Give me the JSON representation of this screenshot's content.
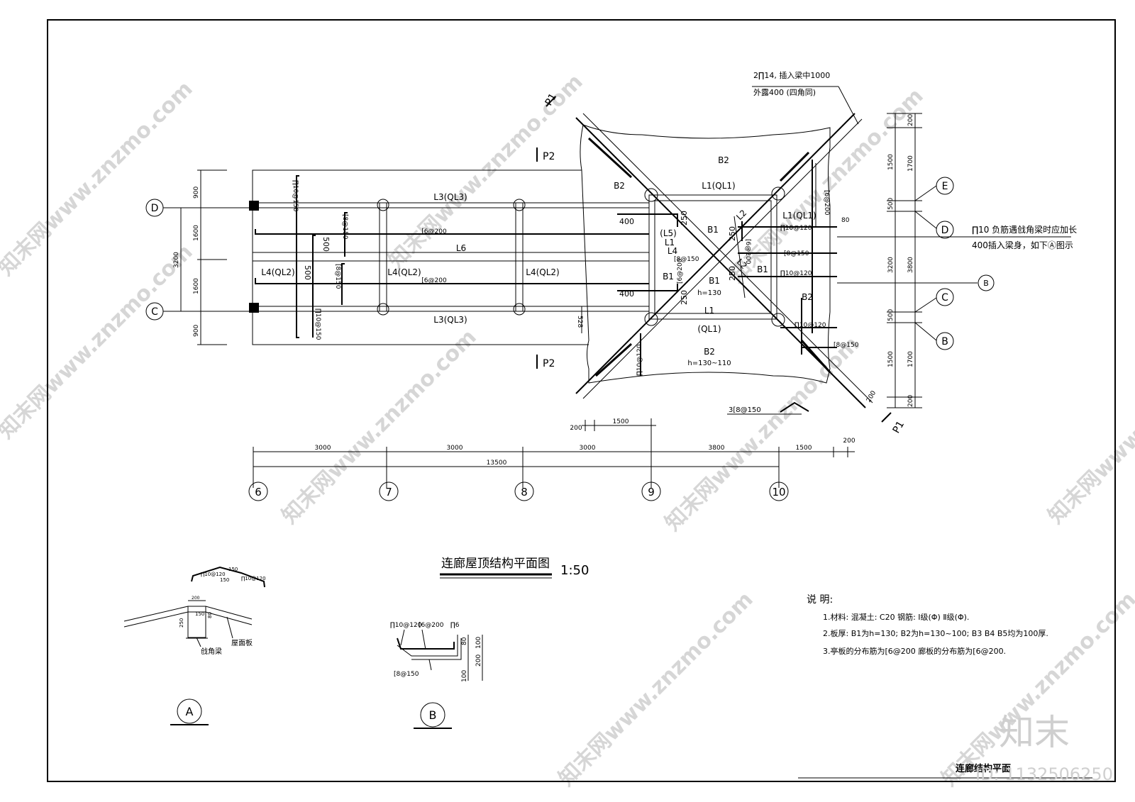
{
  "drawing": {
    "title": "连廊屋顶结构平面图",
    "scale": "1:50",
    "sheet_title": "连廊结构平面",
    "logo_text": "知末",
    "id_text": "ID: 1132506250",
    "watermark": "知末网www.znzmo.com"
  },
  "callouts": {
    "top_line1": "2∏14, 插入梁中1000",
    "top_line2": "外露400 (四角同)",
    "right_line1": "∏10 负筋遇戗角梁时应加长",
    "right_line2": "400插入梁身，如下Ⓐ图示",
    "bottom_rebar": "3[8@150"
  },
  "sections": {
    "p1": "P1",
    "p2": "P2"
  },
  "axes": {
    "rows": [
      "D",
      "C"
    ],
    "rows_right": [
      "E",
      "D",
      "B",
      "C",
      "B"
    ],
    "cols": [
      "6",
      "7",
      "8",
      "9",
      "10"
    ]
  },
  "beams": {
    "l3_top": "L3(QL3)",
    "l3_bottom": "L3(QL3)",
    "l6": "L6",
    "l4a": "L4(QL2)",
    "l4b": "L4(QL2)",
    "l4c": "L4(QL2)",
    "l1_top": "L1(QL1)",
    "l1_right": "L1(QL1)",
    "l1_bottom": "L1",
    "ql1_bottom": "(QL1)",
    "l5": "(L5)",
    "l1_left": "L1",
    "l4_left": "L4",
    "l2_a": "L2",
    "l2_b": "L2"
  },
  "slabs": {
    "b2_top": "B2",
    "b2_left": "B2",
    "b2_right": "B2",
    "b2_bottom": "B2",
    "b2_bottom_h": "h=130~110",
    "b1_a": "B1",
    "b1_b": "B1",
    "b1_c": "B1",
    "b1_d": "B1",
    "b1_h": "h=130"
  },
  "rebars": {
    "r_j10_150_a": "∏10@150",
    "r_j10_150_b": "∏10@150",
    "r_8_150_a": "[8@150",
    "r_8_150_b": "[8@150",
    "r_6_200_a": "[6@200",
    "r_6_200_b": "[6@200",
    "r_8_150_c": "[8@150",
    "r_8_150_d": "[8@150",
    "r_j10_120_a": "∏10@120",
    "r_j10_120_b": "∏10@120",
    "r_j10_120_c": "∏10@120",
    "r_j10_120_d": "∏10@120",
    "r_6_200_c": "[6@200",
    "r_6_200_d": "[6@200",
    "r_6_200_e": "[6@200",
    "r_8_150_e": "[8@150",
    "d500a": "500",
    "d500b": "500",
    "d400a": "400",
    "d400b": "400",
    "d250a": "250",
    "d250b": "250",
    "d250c": "250",
    "d250d": "250",
    "d80": "80",
    "d528": "528"
  },
  "dims": {
    "left": [
      "900",
      "1600",
      "1600",
      "900"
    ],
    "left_total": "3200",
    "right_outer": [
      "200",
      "1700",
      "3800",
      "1700",
      "200"
    ],
    "right_inner": [
      "1500",
      "500",
      "3200",
      "500",
      "1500"
    ],
    "bottom": [
      "3000",
      "3000",
      "3000",
      "3800",
      "1500",
      "200"
    ],
    "bottom_total": "13500",
    "upper_bottom": [
      "200",
      "1500"
    ],
    "diag_200": "200"
  },
  "details": {
    "a_label": "A",
    "b_label": "B",
    "a_beam": "戗角梁",
    "a_slab": "屋面板",
    "a_top1": "∏10@120",
    "a_top2": "150",
    "a_top3": "150",
    "a_top4": "∏10@120",
    "a_d200": "200",
    "a_d150": "150",
    "a_d250": "250",
    "a_d80": "80",
    "b_r1": "∏10@120",
    "b_r2": "[6@200",
    "b_r3": "∏6",
    "b_r4": "[8@150",
    "b_d80": "80",
    "b_d100a": "100",
    "b_d200": "200",
    "b_d100b": "100"
  },
  "notes": {
    "heading": "说  明:",
    "n1": "1.材料: 混凝土: C20 钢筋: Ⅰ级(Φ) Ⅱ级(Φ).",
    "n2": "2.板厚: B1为h=130; B2为h=130~100; B3 B4 B5均为100厚.",
    "n3": "3.亭板的分布筋为[6@200  廊板的分布筋为[6@200."
  }
}
